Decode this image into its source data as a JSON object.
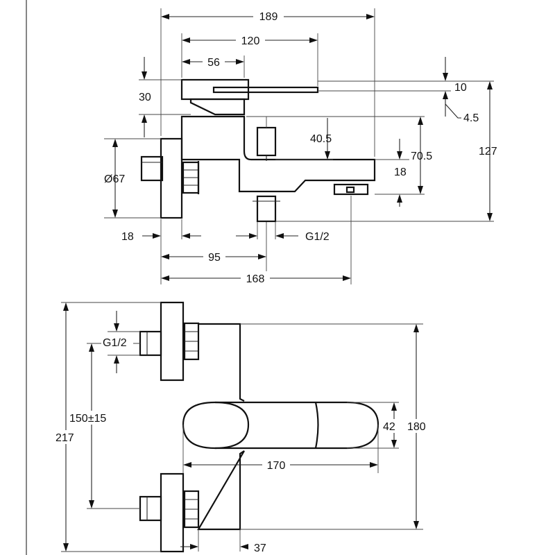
{
  "colors": {
    "line": "#111111",
    "background": "#ffffff"
  },
  "top_view": {
    "dims": {
      "d189": "189",
      "d120": "120",
      "d56": "56",
      "d30": "30",
      "d10": "10",
      "d4_5": "4.5",
      "d40_5": "40.5",
      "d70_5": "70.5",
      "d127": "127",
      "d18_spout": "18",
      "dia67": "Ø67",
      "d18_left": "18",
      "g12": "G1/2",
      "d95": "95",
      "d168": "168"
    }
  },
  "bottom_view": {
    "dims": {
      "g12": "G1/2",
      "d150": "150±15",
      "d217": "217",
      "d42": "42",
      "d180": "180",
      "d170": "170",
      "d37": "37"
    }
  }
}
